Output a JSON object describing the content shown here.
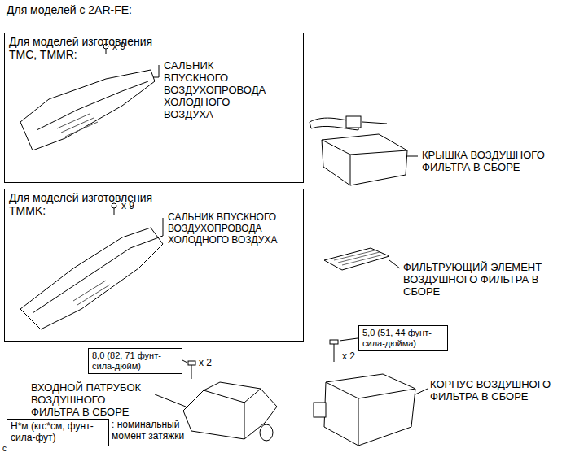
{
  "diagram": {
    "title": "Для моделей с 2AR-FE:",
    "nodes": [
      {
        "text": [
          "Для моделей изготовления TMC, TMMR:",
          "САЛЬНИК ВПУСКНОГО ВОЗДУХОПРОВОДА ХОЛОДНОГО ВОЗДУХА",
          "x 9"
        ]
      },
      {
        "text": [
          "Для моделей изготовления TMMK:",
          "САЛЬНИК ВПУСКНОГО ВОЗДУХОПРОВОДА ХОЛОДНОГО ВОЗДУХА",
          "x 9"
        ]
      },
      {
        "text": [
          "8,0 (82, 71 фунт-сила-дюйм)"
        ]
      },
      {
        "text": [
          "5,0 (51, 44 фунт-сила-дюйма)"
        ]
      },
      {
        "text": [
          "Н*м (кгс*см, фунт-сила-фут)"
        ]
      }
    ],
    "labels": [
      "КРЫШКА ВОЗДУШНОГО ФИЛЬТРА В СБОРЕ",
      "ФИЛЬТРУЮЩИЙ ЭЛЕМЕНТ ВОЗДУШНОГО ФИЛЬТРА В СБОРЕ",
      "x 2",
      "ВХОДНОЙ ПАТРУБОК ВОЗДУШНОГО ФИЛЬТРА В СБОРЕ",
      "x 2",
      "КОРПУС ВОЗДУШНОГО ФИЛЬТРА В СБОРЕ",
      ": номинальный момент затяжки",
      "c"
    ]
  }
}
